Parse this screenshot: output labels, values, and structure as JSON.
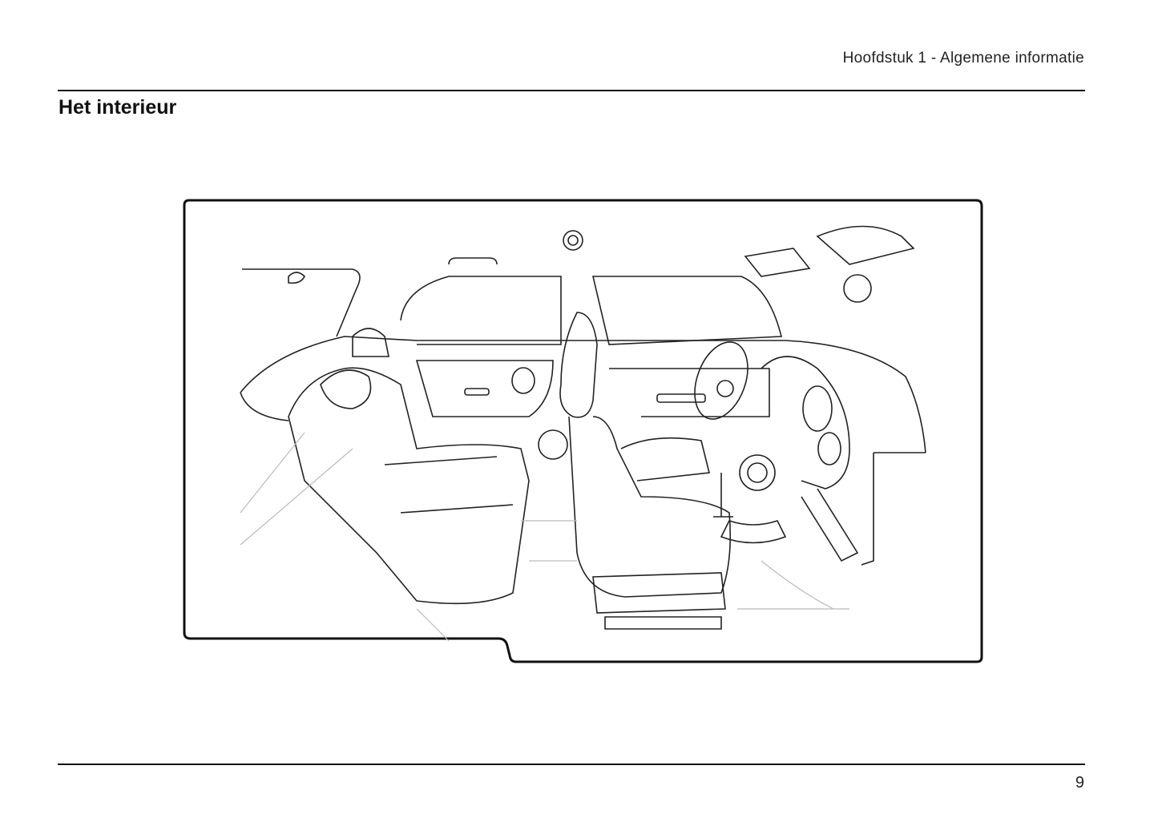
{
  "header": {
    "running_head": "Hoofdstuk 1 - Algemene informatie"
  },
  "section": {
    "title": "Het interieur"
  },
  "figure": {
    "subject": "car-interior-illustration"
  },
  "footer": {
    "page_number": "9"
  }
}
